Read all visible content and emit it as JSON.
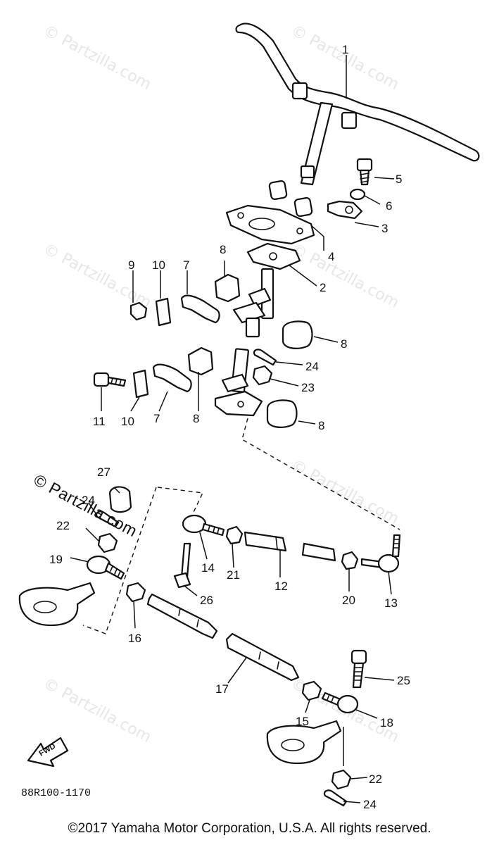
{
  "diagram": {
    "drawing_code": "88R100-1170",
    "callouts": [
      "1",
      "2",
      "3",
      "4",
      "5",
      "6",
      "7",
      "8",
      "9",
      "10",
      "11",
      "12",
      "13",
      "14",
      "15",
      "16",
      "17",
      "18",
      "19",
      "20",
      "21",
      "22",
      "23",
      "24",
      "25",
      "26",
      "27"
    ],
    "fwd_label": "FWD",
    "watermark_text": "© Partzilla.com",
    "watermark_overlay": "© Partzilla.com"
  },
  "footer": {
    "copyright": "©2017 Yamaha Motor Corporation, U.S.A. All rights reserved."
  }
}
